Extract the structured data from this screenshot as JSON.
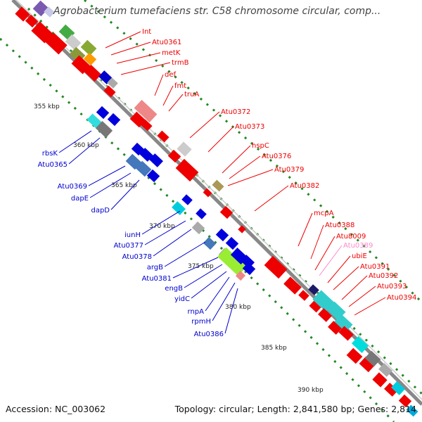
{
  "title": "Agrobacterium tumefaciens str. C58 chromosome circular, comp...",
  "footer": {
    "accession": "Accession: NC_003062",
    "topology": "Topology: circular; Length: 2,841,580 bp; Genes: 2,814"
  },
  "colors": {
    "forward_label": "#ee0000",
    "reverse_label": "#0000cc",
    "highlight_label": "#ff88cc",
    "backbone": "#888888",
    "tick": "#228822"
  },
  "scale_labels": [
    "355 kbp",
    "360 kbp",
    "365 kbp",
    "370 kbp",
    "375 kbp",
    "380 kbp",
    "385 kbp",
    "390 kbp"
  ],
  "forward_labels": [
    "Int",
    "Atu0361",
    "metK",
    "trmB",
    "def",
    "fmt",
    "truA",
    "Atu0372",
    "Atu0373",
    "hspC",
    "Atu0376",
    "Atu0379",
    "Atu0382",
    "mcpA",
    "Atu0388",
    "Atu8009",
    "Atu0389",
    "ubiE",
    "Atu0391",
    "Atu0392",
    "Atu0393",
    "Atu0394"
  ],
  "reverse_labels": [
    "rbsK",
    "Atu0365",
    "Atu0369",
    "dapE",
    "dapD",
    "iunH",
    "Atu0377",
    "Atu0378",
    "argB",
    "Atu0381",
    "engB",
    "yidC",
    "rnpA",
    "rpmH",
    "Atu0386"
  ]
}
